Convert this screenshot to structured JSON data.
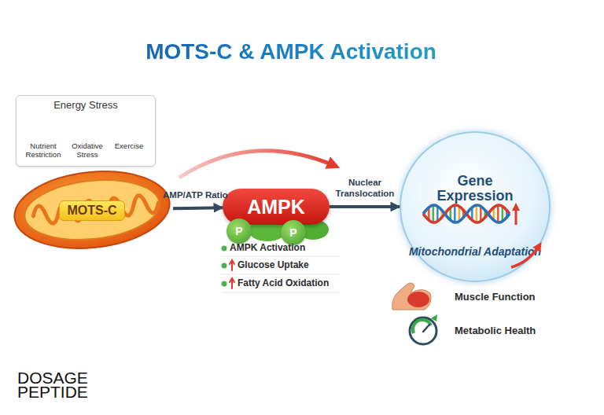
{
  "diagram": {
    "title": "MOTS-C & AMPK Activation",
    "nodes": [
      {
        "text": [
          "Energy Stress"
        ]
      },
      {
        "text": [
          "MOTS-C"
        ]
      },
      {
        "text": [
          "AMPK"
        ]
      },
      {
        "text": [
          "P"
        ]
      },
      {
        "text": [
          "P"
        ]
      },
      {
        "text": [
          "Gene Expression",
          "Mitochondrial Adaptation"
        ]
      }
    ],
    "edges": [
      {
        "from": 1,
        "to": 2,
        "label": "AMP/ATP Ratio",
        "arrow": "to"
      },
      {
        "from": 2,
        "to": 5,
        "label": "Nuclear Translocation",
        "arrow": "to"
      }
    ],
    "labels": [
      "Nutrient Restriction",
      "Oxidative Stress",
      "Exercise",
      "AMPK Activation",
      "Glucose Uptake",
      "Fatty Acid Oxidation",
      "Muscle Function",
      "Metabolic Health",
      "DOSAGE PEPTIDE"
    ]
  }
}
